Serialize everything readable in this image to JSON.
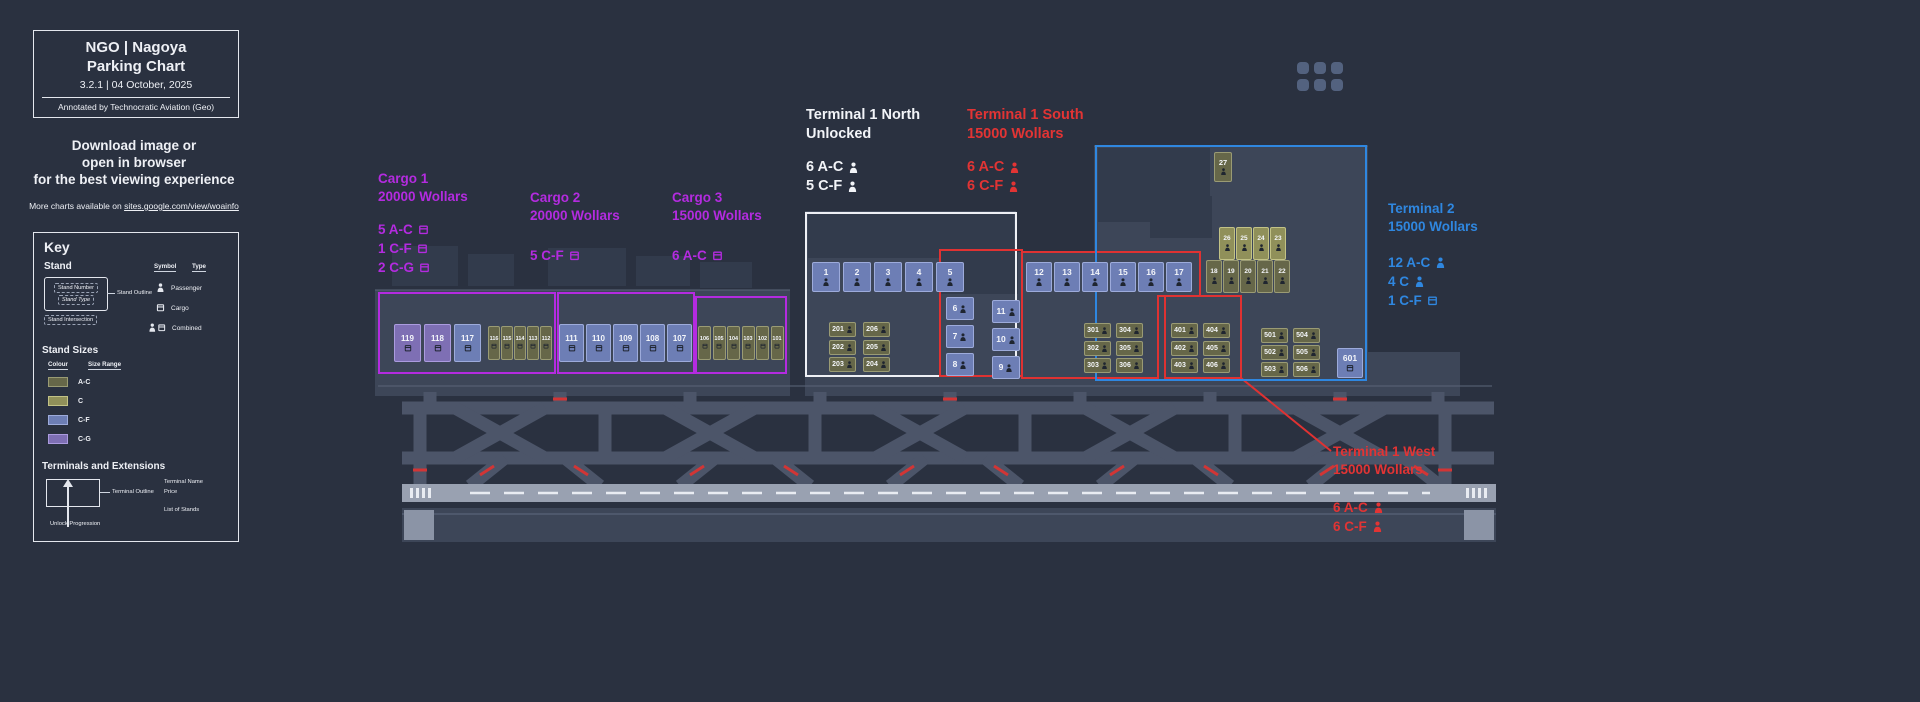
{
  "header_box": {
    "title_line1": "NGO | Nagoya",
    "title_line2": "Parking Chart",
    "version": "3.2.1 | 04 October, 2025",
    "annotation": "Annotated by Technocratic Aviation (Geo)"
  },
  "viewing_note": {
    "line1": "Download image or",
    "line2": "open in browser",
    "line3": "for the best viewing experience",
    "more_prefix": "More charts available on",
    "link_text": "sites.google.com/view/woainfo"
  },
  "logo": {
    "dot_count": 6
  },
  "key": {
    "title": "Key",
    "stand": {
      "heading": "Stand",
      "number_label": "Stand Number",
      "type_label": "Stand Type",
      "outline_label": "Stand Outline",
      "intersection_label": "Stand Intersection",
      "symbol_header": "Symbol",
      "type_header": "Type",
      "types": [
        {
          "icon": "person",
          "label": "Passenger"
        },
        {
          "icon": "cargo",
          "label": "Cargo"
        },
        {
          "icon": "combined",
          "label": "Combined"
        }
      ]
    },
    "stand_sizes": {
      "heading": "Stand Sizes",
      "colour_header": "Colour",
      "range_header": "Size Range",
      "rows": [
        {
          "label": "A-C",
          "color": "#666749",
          "border": "#9a9b74"
        },
        {
          "label": "C",
          "color": "#90905a",
          "border": "#c2c286"
        },
        {
          "label": "C-F",
          "color": "#6d7eb5",
          "border": "#9dabdb"
        },
        {
          "label": "C-G",
          "color": "#7e6fb4",
          "border": "#ab9bdf"
        }
      ]
    },
    "terminals_section": {
      "heading": "Terminals and Extensions",
      "outline_label": "Terminal Outline",
      "name_label": "Terminal Name",
      "price_label": "Price",
      "stands_label": "List of Stands",
      "unlock_label": "Unlock Progression"
    }
  },
  "terminals": [
    {
      "id": "cargo1",
      "name": "Cargo 1",
      "price": "20000 Wollars",
      "color": "#b42be0",
      "summary": [
        {
          "text": "5 A-C",
          "icon": "cargo"
        },
        {
          "text": "1 C-F",
          "icon": "cargo"
        },
        {
          "text": "2 C-G",
          "icon": "cargo"
        }
      ]
    },
    {
      "id": "cargo2",
      "name": "Cargo 2",
      "price": "20000 Wollars",
      "color": "#b42be0",
      "summary": [
        {
          "text": "5 C-F",
          "icon": "cargo"
        }
      ]
    },
    {
      "id": "cargo3",
      "name": "Cargo 3",
      "price": "15000 Wollars",
      "color": "#b42be0",
      "summary": [
        {
          "text": "6 A-C",
          "icon": "cargo"
        }
      ]
    },
    {
      "id": "t1n",
      "name": "Terminal 1 North",
      "price": "Unlocked",
      "color": "#f2f4f8",
      "summary": [
        {
          "text": "6 A-C",
          "icon": "person"
        },
        {
          "text": "5 C-F",
          "icon": "person"
        }
      ]
    },
    {
      "id": "t1s",
      "name": "Terminal 1 South",
      "price": "15000 Wollars",
      "color": "#e23434",
      "summary": [
        {
          "text": "6 A-C",
          "icon": "person"
        },
        {
          "text": "6 C-F",
          "icon": "person"
        }
      ]
    },
    {
      "id": "t2",
      "name": "Terminal 2",
      "price": "15000 Wollars",
      "color": "#2f87e0",
      "summary": [
        {
          "text": "12 A-C",
          "icon": "person"
        },
        {
          "text": "4 C",
          "icon": "person"
        },
        {
          "text": "1 C-F",
          "icon": "cargo"
        }
      ]
    },
    {
      "id": "t1w",
      "name": "Terminal 1 West",
      "price": "15000 Wollars",
      "color": "#e23434",
      "summary": [
        {
          "text": "6 A-C",
          "icon": "person"
        },
        {
          "text": "6 C-F",
          "icon": "person"
        }
      ]
    }
  ],
  "stand_groups": [
    {
      "id": "cargo1_big",
      "stands": [
        {
          "num": "119",
          "size": "C-G",
          "type": "cargo"
        },
        {
          "num": "118",
          "size": "C-G",
          "type": "cargo"
        },
        {
          "num": "117",
          "size": "C-F",
          "type": "cargo"
        }
      ]
    },
    {
      "id": "cargo1_small",
      "stands": [
        {
          "num": "116",
          "size": "A-C",
          "type": "cargo"
        },
        {
          "num": "115",
          "size": "A-C",
          "type": "cargo"
        },
        {
          "num": "114",
          "size": "A-C",
          "type": "cargo"
        },
        {
          "num": "113",
          "size": "A-C",
          "type": "cargo"
        },
        {
          "num": "112",
          "size": "A-C",
          "type": "cargo"
        }
      ]
    },
    {
      "id": "cargo2",
      "stands": [
        {
          "num": "111",
          "size": "C-F",
          "type": "cargo"
        },
        {
          "num": "110",
          "size": "C-F",
          "type": "cargo"
        },
        {
          "num": "109",
          "size": "C-F",
          "type": "cargo"
        },
        {
          "num": "108",
          "size": "C-F",
          "type": "cargo"
        },
        {
          "num": "107",
          "size": "C-F",
          "type": "cargo"
        }
      ]
    },
    {
      "id": "cargo3",
      "stands": [
        {
          "num": "106",
          "size": "A-C",
          "type": "cargo"
        },
        {
          "num": "105",
          "size": "A-C",
          "type": "cargo"
        },
        {
          "num": "104",
          "size": "A-C",
          "type": "cargo"
        },
        {
          "num": "103",
          "size": "A-C",
          "type": "cargo"
        },
        {
          "num": "102",
          "size": "A-C",
          "type": "cargo"
        },
        {
          "num": "101",
          "size": "A-C",
          "type": "cargo"
        }
      ]
    },
    {
      "id": "t1n_row",
      "stands": [
        {
          "num": "1",
          "size": "C-F",
          "type": "person"
        },
        {
          "num": "2",
          "size": "C-F",
          "type": "person"
        },
        {
          "num": "3",
          "size": "C-F",
          "type": "person"
        },
        {
          "num": "4",
          "size": "C-F",
          "type": "person"
        },
        {
          "num": "5",
          "size": "C-F",
          "type": "person"
        }
      ]
    },
    {
      "id": "t1n_colA",
      "stands": [
        {
          "num": "201",
          "size": "A-C",
          "type": "person"
        },
        {
          "num": "202",
          "size": "A-C",
          "type": "person"
        },
        {
          "num": "203",
          "size": "A-C",
          "type": "person"
        }
      ]
    },
    {
      "id": "t1n_colB",
      "stands": [
        {
          "num": "206",
          "size": "A-C",
          "type": "person"
        },
        {
          "num": "205",
          "size": "A-C",
          "type": "person"
        },
        {
          "num": "204",
          "size": "A-C",
          "type": "person"
        }
      ]
    },
    {
      "id": "t1w_col1",
      "stands": [
        {
          "num": "6",
          "size": "C-F",
          "type": "person"
        },
        {
          "num": "7",
          "size": "C-F",
          "type": "person"
        },
        {
          "num": "8",
          "size": "C-F",
          "type": "person"
        }
      ]
    },
    {
      "id": "t1w_col2",
      "stands": [
        {
          "num": "11",
          "size": "C-F",
          "type": "person"
        },
        {
          "num": "10",
          "size": "C-F",
          "type": "person"
        },
        {
          "num": "9",
          "size": "C-F",
          "type": "person"
        }
      ]
    },
    {
      "id": "t1s_row",
      "stands": [
        {
          "num": "12",
          "size": "C-F",
          "type": "person"
        },
        {
          "num": "13",
          "size": "C-F",
          "type": "person"
        },
        {
          "num": "14",
          "size": "C-F",
          "type": "person"
        },
        {
          "num": "15",
          "size": "C-F",
          "type": "person"
        },
        {
          "num": "16",
          "size": "C-F",
          "type": "person"
        },
        {
          "num": "17",
          "size": "C-F",
          "type": "person"
        }
      ]
    },
    {
      "id": "t1s_colA",
      "stands": [
        {
          "num": "301",
          "size": "A-C",
          "type": "person"
        },
        {
          "num": "302",
          "size": "A-C",
          "type": "person"
        },
        {
          "num": "303",
          "size": "A-C",
          "type": "person"
        }
      ]
    },
    {
      "id": "t1s_colB",
      "stands": [
        {
          "num": "304",
          "size": "A-C",
          "type": "person"
        },
        {
          "num": "305",
          "size": "A-C",
          "type": "person"
        },
        {
          "num": "306",
          "size": "A-C",
          "type": "person"
        }
      ]
    },
    {
      "id": "t1w_colA",
      "stands": [
        {
          "num": "401",
          "size": "A-C",
          "type": "person"
        },
        {
          "num": "402",
          "size": "A-C",
          "type": "person"
        },
        {
          "num": "403",
          "size": "A-C",
          "type": "person"
        }
      ]
    },
    {
      "id": "t1w_colB",
      "stands": [
        {
          "num": "404",
          "size": "A-C",
          "type": "person"
        },
        {
          "num": "405",
          "size": "A-C",
          "type": "person"
        },
        {
          "num": "406",
          "size": "A-C",
          "type": "person"
        }
      ]
    },
    {
      "id": "t2_colA",
      "stands": [
        {
          "num": "501",
          "size": "A-C",
          "type": "person"
        },
        {
          "num": "502",
          "size": "A-C",
          "type": "person"
        },
        {
          "num": "503",
          "size": "A-C",
          "type": "person"
        }
      ]
    },
    {
      "id": "t2_colB",
      "stands": [
        {
          "num": "504",
          "size": "A-C",
          "type": "person"
        },
        {
          "num": "505",
          "size": "A-C",
          "type": "person"
        },
        {
          "num": "506",
          "size": "A-C",
          "type": "person"
        }
      ]
    },
    {
      "id": "t2_stand601",
      "stands": [
        {
          "num": "601",
          "size": "C-F",
          "type": "cargo"
        }
      ]
    },
    {
      "id": "t2_row18",
      "stands": [
        {
          "num": "18",
          "size": "A-C",
          "type": "person"
        },
        {
          "num": "19",
          "size": "A-C",
          "type": "person"
        },
        {
          "num": "20",
          "size": "A-C",
          "type": "person"
        },
        {
          "num": "21",
          "size": "A-C",
          "type": "person"
        },
        {
          "num": "22",
          "size": "A-C",
          "type": "person"
        }
      ]
    },
    {
      "id": "t2_row23",
      "stands": [
        {
          "num": "26",
          "size": "C",
          "type": "person"
        },
        {
          "num": "25",
          "size": "C",
          "type": "person"
        },
        {
          "num": "24",
          "size": "C",
          "type": "person"
        },
        {
          "num": "23",
          "size": "C",
          "type": "person"
        }
      ]
    },
    {
      "id": "t2_stand27",
      "stands": [
        {
          "num": "27",
          "size": "A-C",
          "type": "person"
        }
      ]
    }
  ]
}
